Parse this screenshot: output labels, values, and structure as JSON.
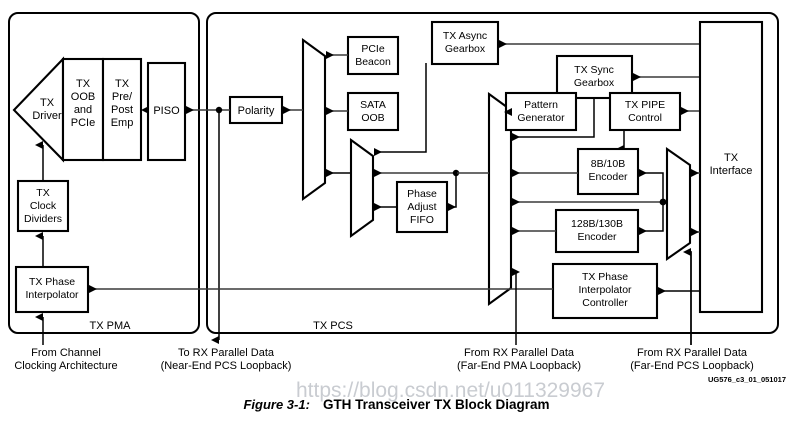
{
  "figure": {
    "number": "Figure 3-1:",
    "title": "GTH Transceiver TX Block Diagram",
    "doc_code": "UG576_c3_01_051017",
    "watermark": "https://blog.csdn.net/u011329967"
  },
  "regions": {
    "pma_label": "TX PMA",
    "pcs_label": "TX PCS"
  },
  "blocks": {
    "tx_driver": "TX\nDriver",
    "tx_driver_l1": "TX",
    "tx_driver_l2": "Driver",
    "tx_oob_pcie": [
      "TX",
      "OOB",
      "and",
      "PCIe"
    ],
    "tx_pre_post_emp": [
      "TX",
      "Pre/",
      "Post",
      "Emp"
    ],
    "piso": "PISO",
    "tx_clock_dividers": [
      "TX",
      "Clock",
      "Dividers"
    ],
    "tx_phase_interpolator": [
      "TX Phase",
      "Interpolator"
    ],
    "polarity": "Polarity",
    "pcie_beacon": [
      "PCIe",
      "Beacon"
    ],
    "sata_oob": [
      "SATA",
      "OOB"
    ],
    "phase_adjust_fifo": [
      "Phase",
      "Adjust",
      "FIFO"
    ],
    "tx_async_gearbox": [
      "TX Async",
      "Gearbox"
    ],
    "tx_sync_gearbox": [
      "TX Sync",
      "Gearbox"
    ],
    "pattern_generator": [
      "Pattern",
      "Generator"
    ],
    "tx_pipe_control": [
      "TX PIPE",
      "Control"
    ],
    "encoder_8b10b": [
      "8B/10B",
      "Encoder"
    ],
    "encoder_128b130b": [
      "128B/130B",
      "Encoder"
    ],
    "tx_phase_interpolator_controller": [
      "TX Phase",
      "Interpolator",
      "Controller"
    ],
    "tx_interface": [
      "TX",
      "Interface"
    ]
  },
  "external_labels": {
    "from_channel_clocking": [
      "From Channel",
      "Clocking Architecture"
    ],
    "to_rx_near_end": [
      "To RX Parallel Data",
      "(Near-End PCS Loopback)"
    ],
    "from_rx_far_end_pma": [
      "From RX Parallel Data",
      "(Far-End PMA Loopback)"
    ],
    "from_rx_far_end_pcs": [
      "From RX Parallel Data",
      "(Far-End PCS Loopback)"
    ]
  },
  "colors": {
    "line": "#3a3a3a",
    "block_stroke": "#000000",
    "background": "#ffffff",
    "watermark": "#c9ccd1"
  }
}
